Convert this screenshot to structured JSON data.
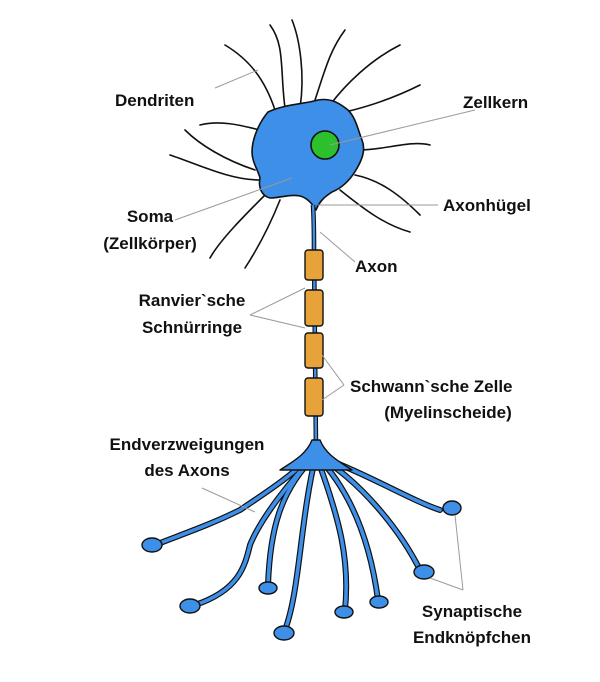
{
  "labels": {
    "dendriten": "Dendriten",
    "zellkern": "Zellkern",
    "soma_1": "Soma",
    "soma_2": "(Zellkörper)",
    "axonhuegel": "Axonhügel",
    "axon": "Axon",
    "ranvier_1": "Ranvier`sche",
    "ranvier_2": "Schnürringe",
    "schwann_1": "Schwann`sche Zelle",
    "schwann_2": "(Myelinscheide)",
    "endverzweigungen_1": "Endverzweigungen",
    "endverzweigungen_2": "des Axons",
    "synaptische_1": "Synaptische",
    "synaptische_2": "Endknöpfchen"
  },
  "colors": {
    "cell_body": "#3d8fe8",
    "nucleus": "#2cc12c",
    "myelin": "#e8a23a",
    "outline": "#111111",
    "leader_line": "#9a9a9a"
  }
}
